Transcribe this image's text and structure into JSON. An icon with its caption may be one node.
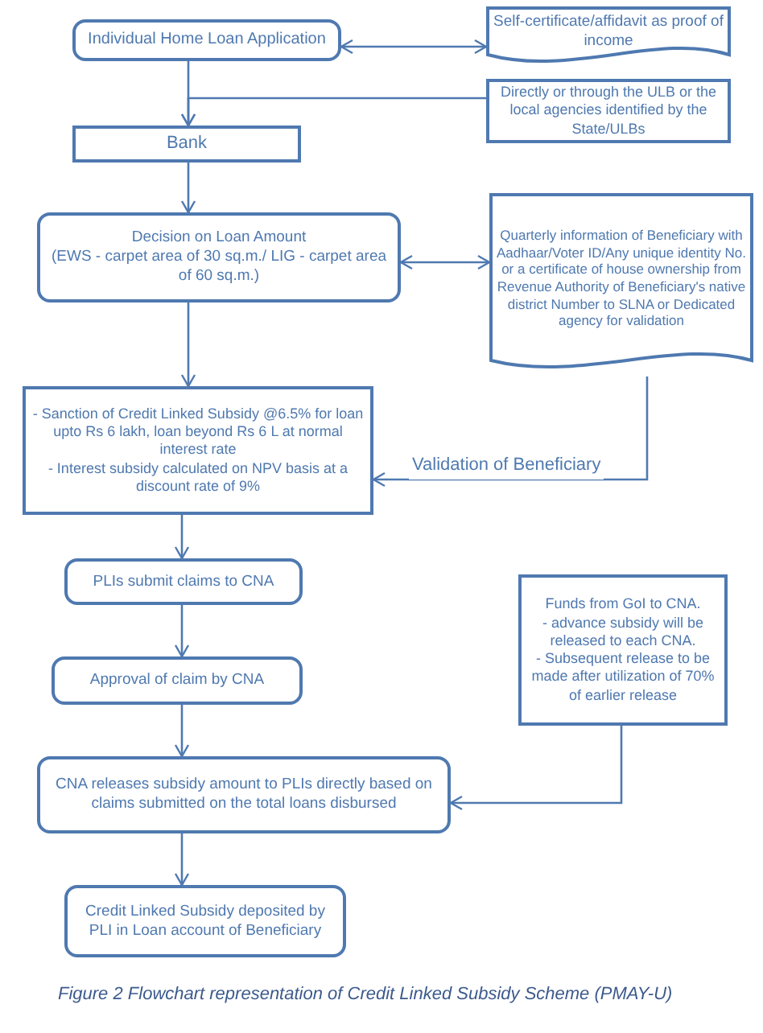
{
  "diagram": {
    "caption": "Figure 2  Flowchart representation of Credit Linked Subsidy Scheme (PMAY-U)",
    "nodes": [
      {
        "text": [
          "Individual Home Loan Application"
        ]
      },
      {
        "text": [
          "Self-certificate/affidavit as proof of income"
        ]
      },
      {
        "text": [
          "Directly or through the ULB or the local agencies identified by the State/ULBs"
        ]
      },
      {
        "text": [
          "Bank"
        ]
      },
      {
        "text": [
          "Decision on Loan Amount",
          "(EWS - carpet area of 30 sq.m./ LIG - carpet area of 60 sq.m.)"
        ]
      },
      {
        "text": [
          "Quarterly information of Beneficiary with Aadhaar/Voter ID/Any unique identity No. or a certificate of house ownership from Revenue Authority of Beneficiary's native district Number to SLNA or Dedicated agency for validation"
        ]
      },
      {
        "text": [
          "- Sanction of Credit Linked Subsidy @6.5% for loan upto Rs 6 lakh, loan beyond Rs 6 L at normal interest rate",
          "- Interest subsidy calculated on NPV basis at a discount rate of 9%"
        ]
      },
      {
        "text": [
          "PLIs submit claims to CNA"
        ]
      },
      {
        "text": [
          "Approval of claim by CNA"
        ]
      },
      {
        "text": [
          "Funds from GoI to CNA.",
          "- advance subsidy will be released to each CNA.",
          "- Subsequent release to be made after utilization of 70% of earlier release"
        ]
      },
      {
        "text": [
          "CNA releases subsidy amount to PLIs directly based on claims submitted on the total loans disbursed"
        ]
      },
      {
        "text": [
          "Credit Linked Subsidy deposited by PLI in Loan account of Beneficiary"
        ]
      }
    ],
    "edges": [
      {
        "from": 0,
        "to": 1,
        "arrow": "both"
      },
      {
        "from": 0,
        "to": 3,
        "arrow": "to"
      },
      {
        "from": 2,
        "to": 3,
        "arrow": "to"
      },
      {
        "from": 3,
        "to": 4,
        "arrow": "to"
      },
      {
        "from": 4,
        "to": 5,
        "arrow": "both"
      },
      {
        "from": 4,
        "to": 6,
        "arrow": "to"
      },
      {
        "from": 5,
        "to": 6,
        "arrow": "to",
        "label": "Validation of Beneficiary"
      },
      {
        "from": 6,
        "to": 7,
        "arrow": "to"
      },
      {
        "from": 7,
        "to": 8,
        "arrow": "to"
      },
      {
        "from": 8,
        "to": 10,
        "arrow": "to"
      },
      {
        "from": 9,
        "to": 10,
        "arrow": "to"
      },
      {
        "from": 10,
        "to": 11,
        "arrow": "to"
      }
    ]
  }
}
